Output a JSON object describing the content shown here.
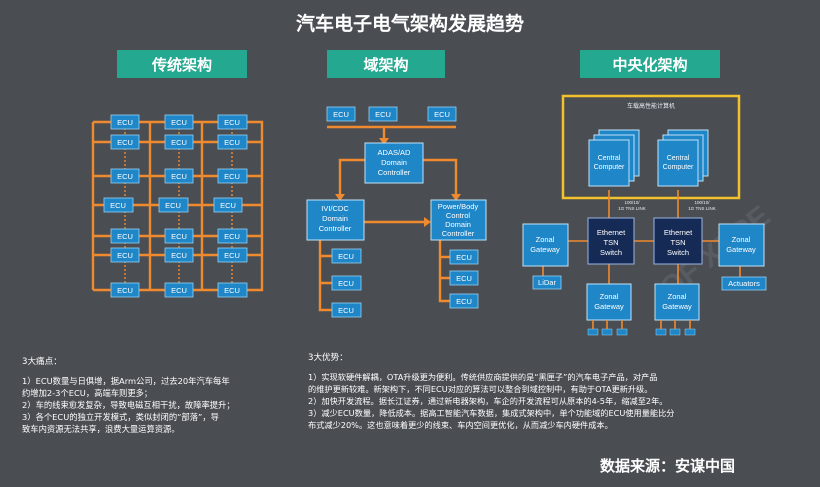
{
  "title": "汽车电子电气架构发展趋势",
  "headers": {
    "left": "传统架构",
    "middle": "域架构",
    "right": "中央化架构"
  },
  "traditional": {
    "ecu": "ECU"
  },
  "domain": {
    "ecu": "ECU",
    "adas": [
      "ADAS/AD",
      "Domain",
      "Controller"
    ],
    "ivi": [
      "IVI/CDC",
      "Domain",
      "Controller"
    ],
    "power": [
      "Power/Body",
      "Control",
      "Domain",
      "Controller"
    ]
  },
  "central": {
    "panel_label": "车载高性能计算机",
    "computer": [
      "Central",
      "Computer"
    ],
    "link_left": [
      "100/10/",
      "1G TNS LINK"
    ],
    "link_right": [
      "100/10/",
      "1G TNS LINK"
    ],
    "switch": [
      "Ethernet",
      "TSN",
      "Switch"
    ],
    "zonal": [
      "Zonal",
      "Gateway"
    ],
    "lidar": "LiDar",
    "actuators": "Actuators"
  },
  "pains": {
    "heading": "3大痛点：",
    "lines": [
      "1）ECU数量与日俱增，据Arm公司，过去20年汽车每年",
      "约增加2-3个ECU，高端车则更多；",
      "2）车的线束愈发复杂，导致电磁互相干扰，故障率提升；",
      "3）各个ECU的独立开发模式，类似封闭的“部落”，导",
      "致车内资源无法共享，浪费大量运算资源。"
    ]
  },
  "advantages": {
    "heading": "3大优势：",
    "lines": [
      "1）实现软硬件解耦，OTA升级更为便利。传统供应商提供的是“黑匣子”的汽车电子产品，对产品",
      "的维护更新较难。新架构下，不同ECU对应的算法可以整合到域控制中，有助于OTA更新升级。",
      "2）加快开发流程。据长江证券，通过新电器架构，车企的开发流程可从原本的4-5年，缩减至2年。",
      "3）减少ECU数量，降低成本。据高工智能汽车数据，集成式架构中，单个功能域的ECU使用量能比分",
      "布式减少20%。这也意味着更少的线束、车内空间更优化，从而减少车内硬件成本。"
    ]
  },
  "source": "数据来源：安谋中国",
  "watermark": "OF XTRE"
}
